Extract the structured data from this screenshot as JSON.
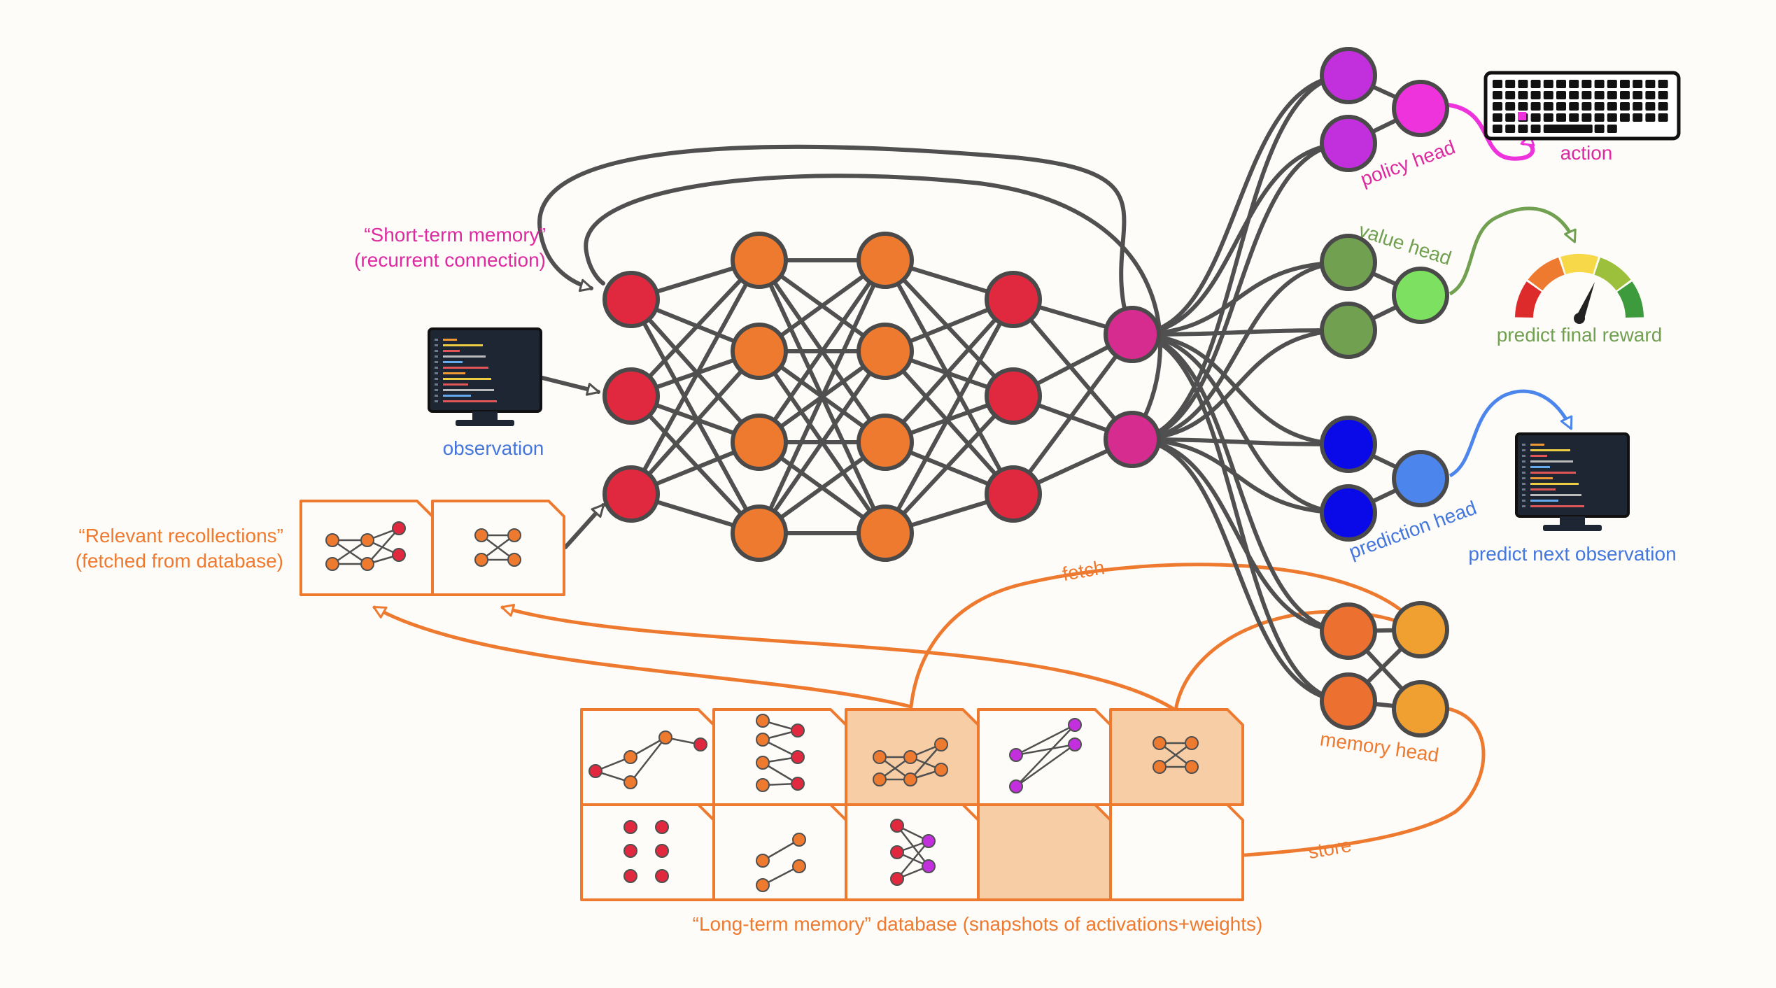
{
  "colors": {
    "background": "#fdfcf8",
    "edge": "#505050",
    "input": "#e0293f",
    "hidden": "#ee7a30",
    "trunk": "#d62c8f",
    "policy_node": "#c230dd",
    "policy_out": "#ee33dd",
    "value_node": "#70a050",
    "value_out": "#7ee060",
    "pred_node": "#0a0ae8",
    "pred_out": "#4c86ec",
    "mem_node": "#ec7030",
    "mem_out": "#f0a030",
    "memory_orange": "#ee7a30",
    "label_pink": "#dd2aa0",
    "label_blue": "#4477dd",
    "label_green": "#70a050",
    "label_orange": "#ee7a30",
    "magenta_arrow": "#ee33dd"
  },
  "labels": {
    "short_term_1": "“Short-term memory”",
    "short_term_2": "(recurrent connection)",
    "observation": "observation",
    "recollections_1": "“Relevant recollections”",
    "recollections_2": "(fetched from database)",
    "action": "action",
    "policy_head": "policy head",
    "value_head": "value head",
    "predict_final_reward": "predict final reward",
    "prediction_head": "prediction head",
    "predict_next_observation": "predict next observation",
    "memory_head": "memory head",
    "fetch": "fetch",
    "store": "store",
    "database_caption": "“Long-term memory” database (snapshots of activations+weights)"
  },
  "icons": {
    "monitor_left": "monitor-code-icon",
    "monitor_right": "monitor-code-icon",
    "keyboard": "keyboard-icon",
    "gauge": "gauge-icon"
  },
  "network": {
    "layers": [
      {
        "name": "input",
        "nodes": 3
      },
      {
        "name": "hidden-1",
        "nodes": 4
      },
      {
        "name": "hidden-2",
        "nodes": 4
      },
      {
        "name": "hidden-3",
        "nodes": 3
      },
      {
        "name": "trunk",
        "nodes": 2
      }
    ],
    "heads": [
      "policy",
      "value",
      "prediction",
      "memory"
    ]
  },
  "database": {
    "rows": 2,
    "cols": 5,
    "highlighted_cells": [
      "r0c2",
      "r0c4",
      "r1c3"
    ]
  }
}
